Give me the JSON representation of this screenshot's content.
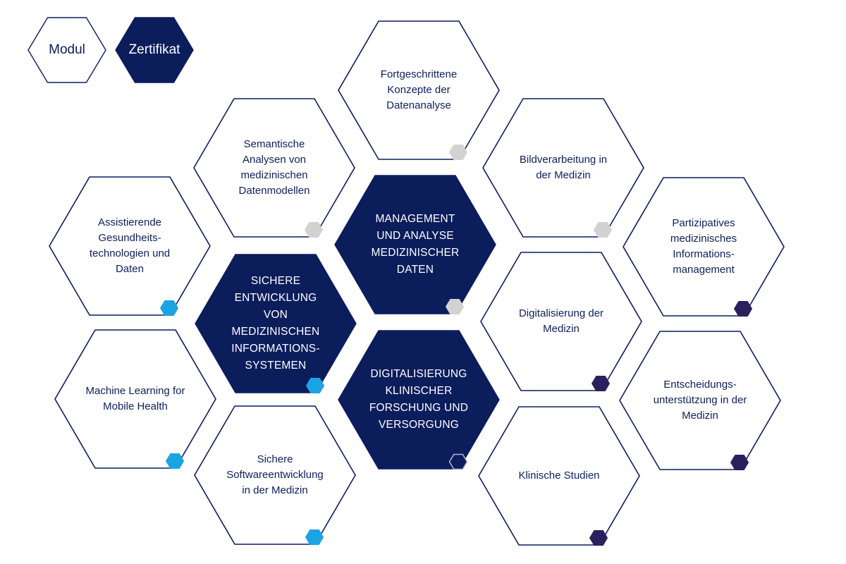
{
  "legend": {
    "modul": "Modul",
    "zertifikat": "Zertifikat"
  },
  "colors": {
    "navy": "#0c1d5c",
    "outline": "#0c1d5c",
    "grey": "#d2d2d2",
    "blue": "#1ba4e3",
    "purple": "#2b1f5e"
  },
  "hexagons": [
    {
      "id": "fortgeschrittene-datenanalyse",
      "type": "modul",
      "label": "Fortgeschrittene\nKonzepte der\nDatenanalyse",
      "badge": "grey"
    },
    {
      "id": "semantische-analysen",
      "type": "modul",
      "label": "Semantische\nAnalysen von\nmedizinischen\nDatenmodellen",
      "badge": "grey"
    },
    {
      "id": "bildverarbeitung",
      "type": "modul",
      "label": "Bildverarbeitung in\nder Medizin",
      "badge": "grey"
    },
    {
      "id": "assistierende-gesundheitstechnologien",
      "type": "modul",
      "label": "Assistierende\nGesundheits-\ntechnologien und\nDaten",
      "badge": "blue"
    },
    {
      "id": "management-analyse",
      "type": "zertifikat",
      "label": "MANAGEMENT\nUND ANALYSE\nMEDIZINISCHER\nDATEN",
      "badge": "grey"
    },
    {
      "id": "partizipatives-informationsmanagement",
      "type": "modul",
      "label": "Partizipatives\nmedizinisches\nInformations-\nmanagement",
      "badge": "purple"
    },
    {
      "id": "sichere-entwicklung",
      "type": "zertifikat",
      "label": "SICHERE\nENTWICKLUNG\nVON\nMEDIZINISCHEN\nINFORMATIONS-\nSYSTEMEN",
      "badge": "blue"
    },
    {
      "id": "digitalisierung-medizin",
      "type": "modul",
      "label": "Digitalisierung der\nMedizin",
      "badge": "purple"
    },
    {
      "id": "machine-learning-mobile-health",
      "type": "modul",
      "label": "Machine Learning for\nMobile Health",
      "badge": "blue"
    },
    {
      "id": "digitalisierung-klinischer-forschung",
      "type": "zertifikat",
      "label": "DIGITALISIERUNG\nKLINISCHER\nFORSCHUNG UND\nVERSORGUNG",
      "badge": "purple-outline"
    },
    {
      "id": "entscheidungsunterstuetzung",
      "type": "modul",
      "label": "Entscheidungs-\nunterstützung in der\nMedizin",
      "badge": "purple"
    },
    {
      "id": "sichere-softwareentwicklung",
      "type": "modul",
      "label": "Sichere\nSoftwareentwicklung\nin der Medizin",
      "badge": "blue"
    },
    {
      "id": "klinische-studien",
      "type": "modul",
      "label": "Klinische Studien",
      "badge": "purple"
    }
  ]
}
